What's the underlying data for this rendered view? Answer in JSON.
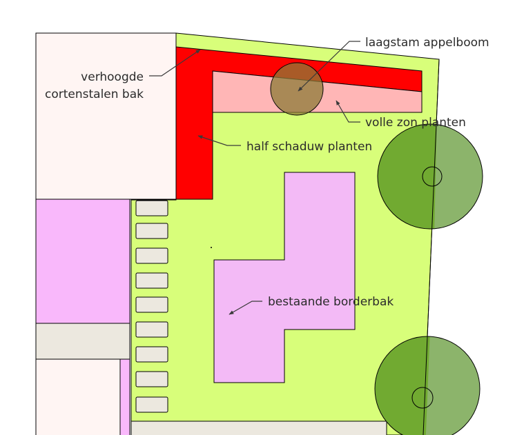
{
  "colors": {
    "lawn": "#d8fe7a",
    "corten_bed": "#ff0000",
    "full_sun_bed": "#ffb6b6",
    "existing_border": "#f3baf6",
    "side_bed": "#f9b8fb",
    "building": "#fff5f3",
    "paving": "#ece8df",
    "tree_light": "#8cb46b",
    "tree_dark": "#71aa31",
    "apple_tree": "#8c7a35"
  },
  "labels": {
    "apple_tree": "laagstam appelboom",
    "corten_bed_line1": "verhoogde",
    "corten_bed_line2": "cortenstalen bak",
    "full_sun": "volle zon planten",
    "half_shade": "half schaduw planten",
    "existing_border": "bestaande borderbak"
  },
  "icons": {
    "leader_arrow": "arrow-head-icon"
  }
}
